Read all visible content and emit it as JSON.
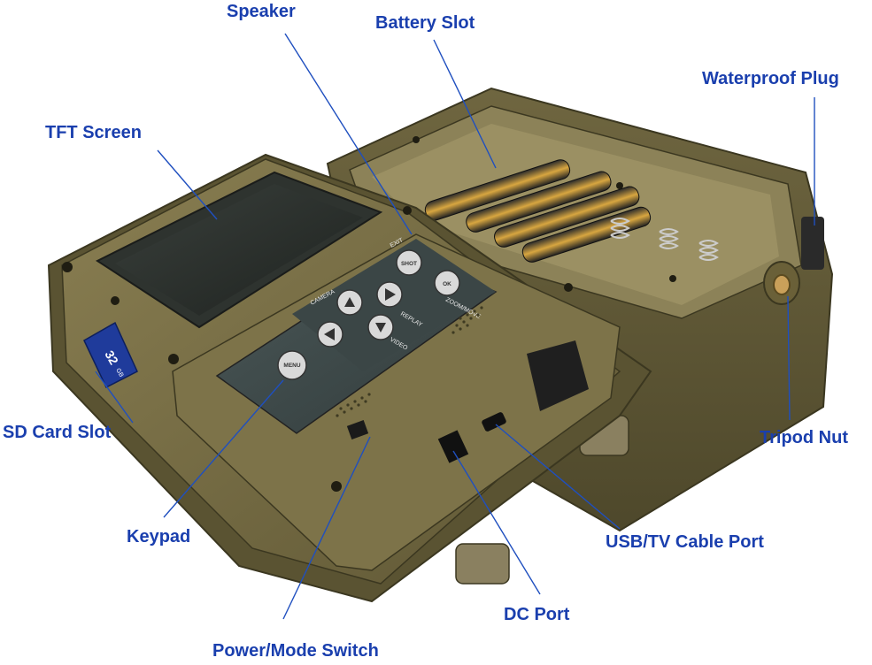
{
  "labels": {
    "speaker": "Speaker",
    "battery_slot": "Battery Slot",
    "waterproof_plug": "Waterproof Plug",
    "tft_screen": "TFT Screen",
    "sd_card_slot": "SD Card Slot",
    "tripod_nut": "Tripod Nut",
    "keypad": "Keypad",
    "usb_tv_cable_port": "USB/TV Cable Port",
    "dc_port": "DC Port",
    "power_mode_switch": "Power/Mode Switch"
  },
  "keypad": {
    "menu": "MENU",
    "exit": "EXIT",
    "shot": "SHOT",
    "ok": "OK",
    "camera": "CAMERA",
    "replay": "REPLAY",
    "video": "VIDEO",
    "zoom_move": "ZOOM/MOVE"
  },
  "sd_card": {
    "capacity": "32",
    "unit": "GB"
  },
  "colors": {
    "label_text": "#1a3fae",
    "leader_line": "#1f4fbf",
    "housing": "#7a6f45",
    "housing_dark": "#4f4a2c",
    "keypad_panel": "#3f4a4a",
    "screen": "#2a2e2a"
  }
}
